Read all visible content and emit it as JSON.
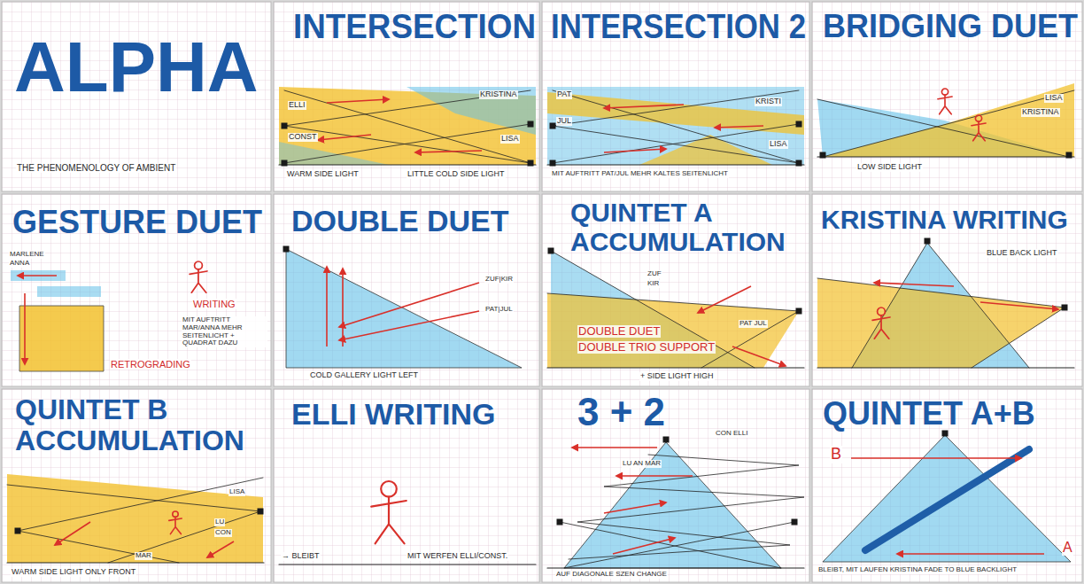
{
  "diagram": {
    "nodes": [
      {
        "text": [
          "ALPHA",
          "THE PHENOMENOLOGY OF AMBIENT"
        ]
      },
      {
        "text": [
          "INTERSECTION",
          "ELLI",
          "CONST",
          "KRISTINA",
          "LISA",
          "WARM SIDE LIGHT",
          "LITTLE COLD SIDE LIGHT"
        ]
      },
      {
        "text": [
          "INTERSECTION 2",
          "PAT",
          "JUL",
          "KRISTI",
          "LISA",
          "MIT AUFTRITT PAT/JUL MEHR KALTES SEITENLICHT"
        ]
      },
      {
        "text": [
          "BRIDGING DUET",
          "LISA",
          "KRISTINA",
          "LOW SIDE LIGHT"
        ]
      },
      {
        "text": [
          "GESTURE DUET",
          "MARLENE",
          "ANNA",
          "WRITING",
          "MIT AUFTRITT MAR/ANNA MEHR SEITENLICHT + QUADRAT DAZU",
          "RETROGRADING"
        ]
      },
      {
        "text": [
          "DOUBLE DUET",
          "ZUF|KIR",
          "PAT|JUL",
          "COLD GALLERY LIGHT LEFT"
        ]
      },
      {
        "text": [
          "QUINTET A ACCUMULATION",
          "ZUF",
          "KIR",
          "PAT JUL",
          "DOUBLE DUET",
          "DOUBLE TRIO SUPPORT",
          "+ SIDE LIGHT HIGH"
        ]
      },
      {
        "text": [
          "KRISTINA WRITING",
          "BLUE BACK LIGHT"
        ]
      },
      {
        "text": [
          "QUINTET B ACCUMULATION",
          "LISA",
          "LU",
          "CON",
          "MAR",
          "WARM SIDE LIGHT ONLY FRONT"
        ]
      },
      {
        "text": [
          "ELLI WRITING",
          "→ BLEIBT",
          "MIT WERFEN ELLI/CONST."
        ]
      },
      {
        "text": [
          "3 + 2",
          "CON ELLI",
          "LU AN MAR",
          "AUF DIAGONALE SZEN CHANGE"
        ]
      },
      {
        "text": [
          "QUINTET A+B",
          "B",
          "A",
          "BLEIBT, MIT LAUFEN KRISTINA FADE TO BLUE BACKLIGHT"
        ]
      }
    ]
  }
}
